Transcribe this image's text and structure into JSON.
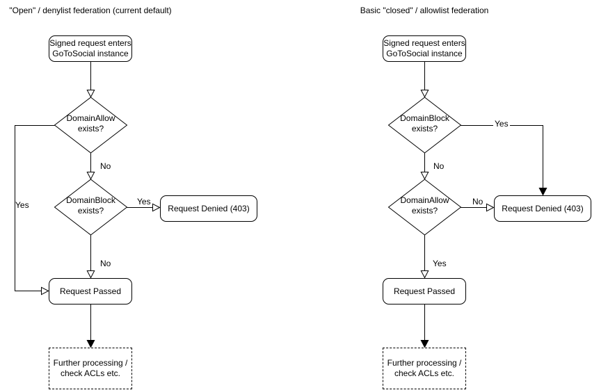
{
  "colors": {
    "background": "#ffffff",
    "stroke": "#000000",
    "fill": "#ffffff",
    "text": "#000000"
  },
  "left": {
    "title": "\"Open\" / denylist federation (current default)",
    "start_line1": "Signed request enters",
    "start_line2": "GoToSocial instance",
    "decision1_line1": "DomainAllow",
    "decision1_line2": "exists?",
    "decision1_no_label": "No",
    "decision1_yes_label": "Yes",
    "decision2_line1": "DomainBlock",
    "decision2_line2": "exists?",
    "decision2_yes_label": "Yes",
    "decision2_no_label": "No",
    "denied_label": "Request Denied (403)",
    "passed_label": "Request Passed",
    "further_line1": "Further processing /",
    "further_line2": "check ACLs etc."
  },
  "right": {
    "title": "Basic \"closed\" / allowlist federation",
    "start_line1": "Signed request enters",
    "start_line2": "GoToSocial instance",
    "decision1_line1": "DomainBlock",
    "decision1_line2": "exists?",
    "decision1_yes_label": "Yes",
    "decision1_no_label": "No",
    "decision2_line1": "DomainAllow",
    "decision2_line2": "exists?",
    "decision2_no_label": "No",
    "decision2_yes_label": "Yes",
    "denied_label": "Request Denied (403)",
    "passed_label": "Request Passed",
    "further_line1": "Further processing /",
    "further_line2": "check ACLs etc."
  }
}
